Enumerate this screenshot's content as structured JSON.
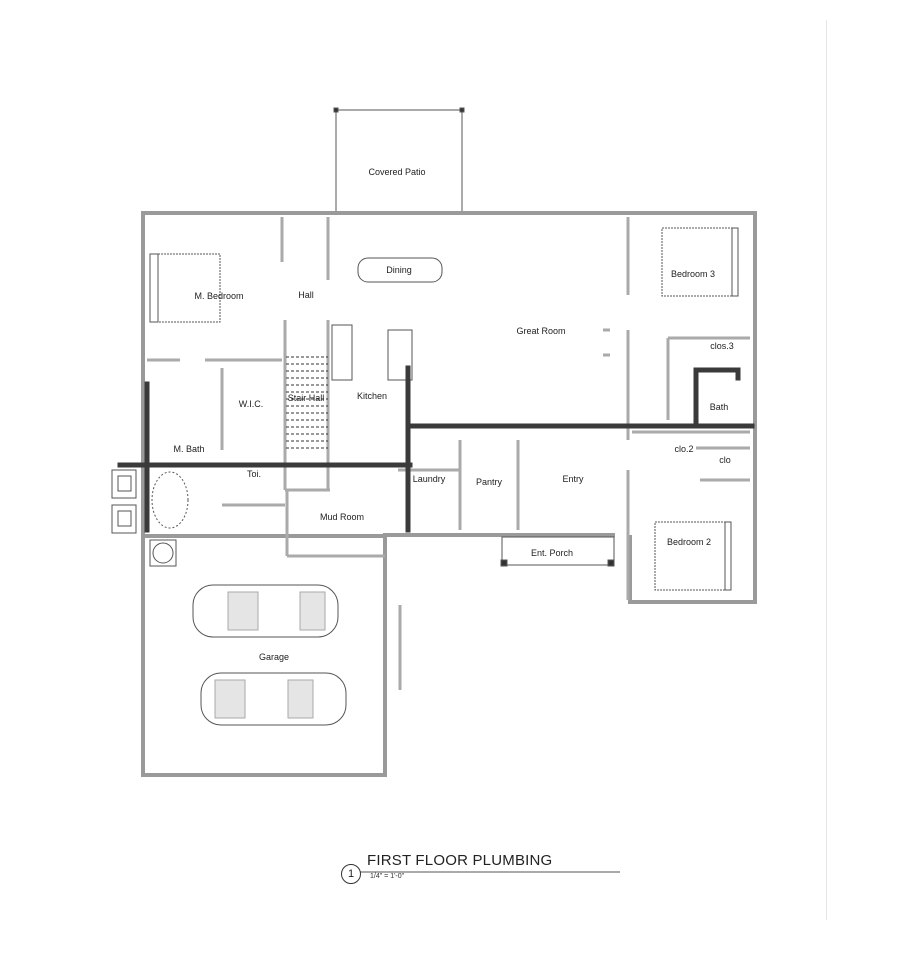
{
  "drawing": {
    "title": "FIRST FLOOR  PLUMBING",
    "scale": "1/4\" = 1'-0\"",
    "detail_number": "1"
  },
  "rooms": {
    "covered_patio": "Covered Patio",
    "dining": "Dining",
    "m_bedroom": "M.  Bedroom",
    "hall": "Hall",
    "great_room": "Great Room",
    "bedroom_3": "Bedroom 3",
    "clos_3": "clos.3",
    "bath": "Bath",
    "wic": "W.I.C.",
    "stair_hall": "Stair Hall",
    "kitchen": "Kitchen",
    "m_bath": "M. Bath",
    "toi": "Toi.",
    "laundry": "Laundry",
    "pantry": "Pantry",
    "entry": "Entry",
    "clo_2": "clo.2",
    "clo": "clo",
    "mud_room": "Mud Room",
    "ent_porch": "Ent. Porch",
    "bedroom_2": "Bedroom 2",
    "garage": "Garage"
  },
  "colors": {
    "wall": "#9a9a9a",
    "pipe": "#3a3a3a",
    "line": "#555555"
  }
}
